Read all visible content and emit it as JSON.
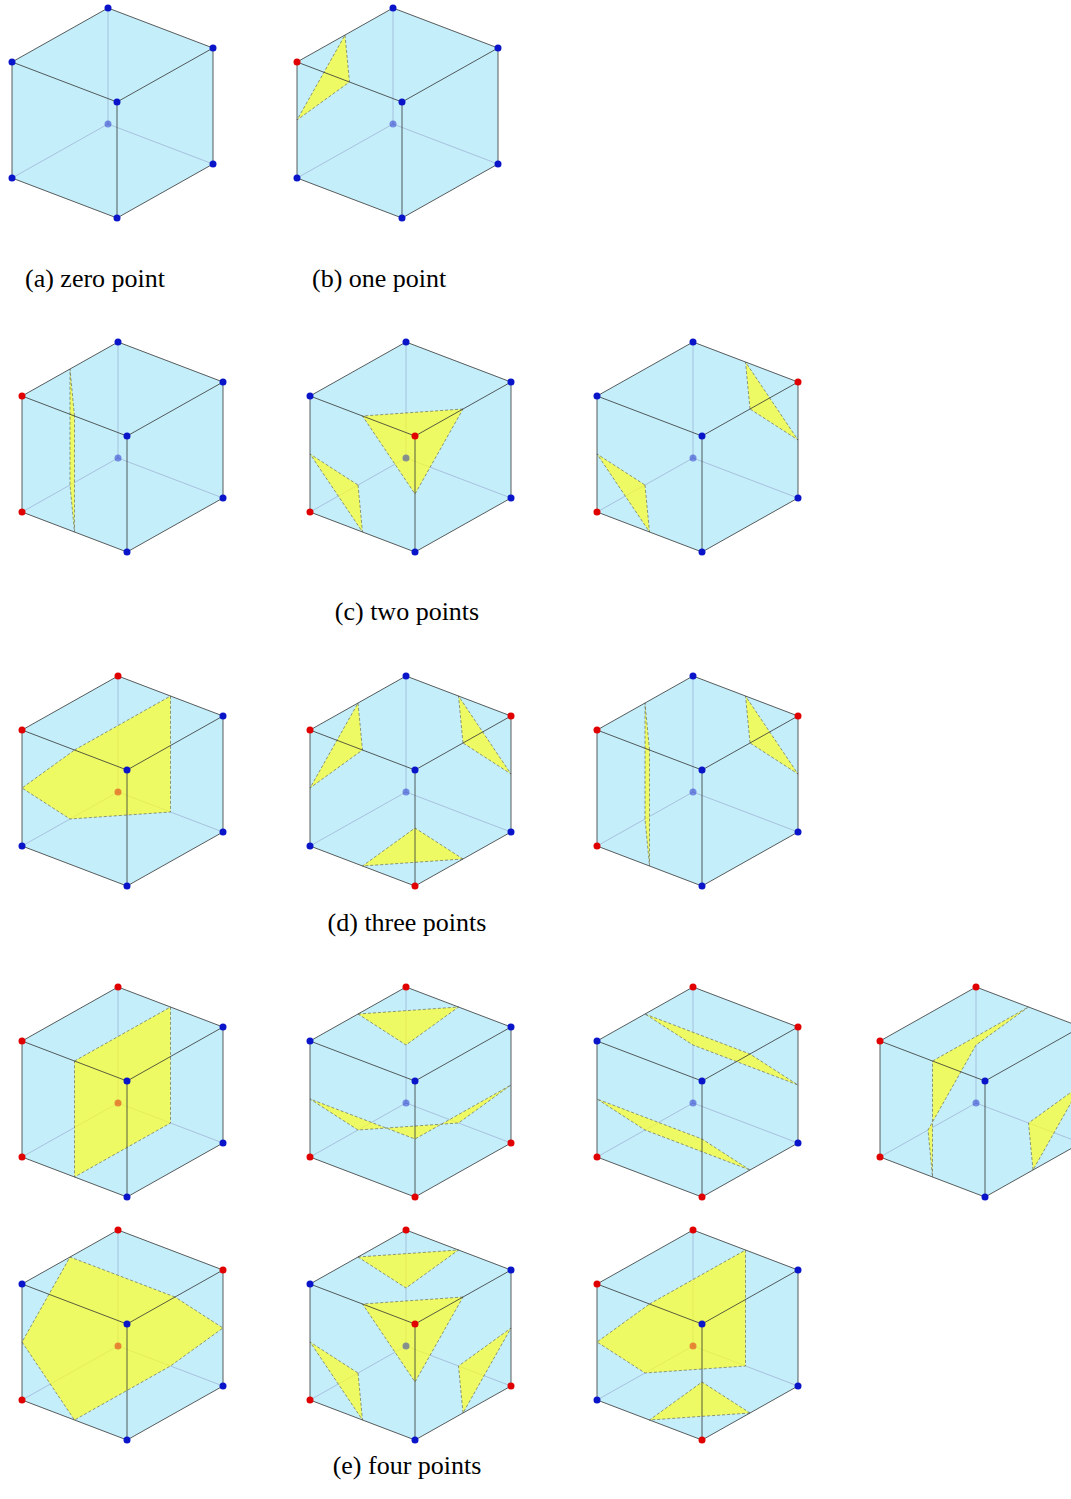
{
  "diagram": {
    "labels": [
      "(a) zero point",
      "(b) one point",
      "(c) two points",
      "(d) three points",
      "(e) four points"
    ]
  }
}
